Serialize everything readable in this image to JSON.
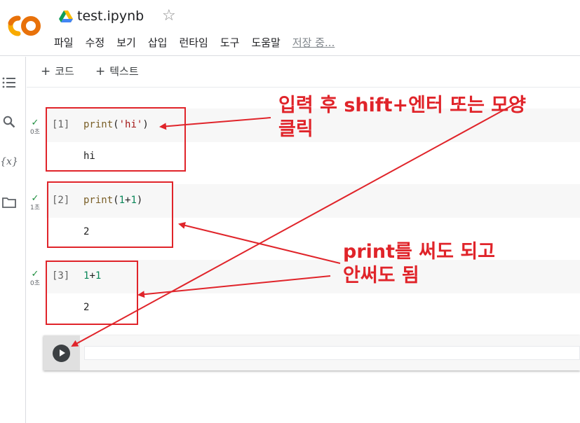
{
  "header": {
    "logo_text": "CO",
    "filename": "test.ipynb",
    "menu": [
      "파일",
      "수정",
      "보기",
      "삽입",
      "런타임",
      "도구",
      "도움말"
    ],
    "save_status": "저장 중..."
  },
  "toolbar": {
    "add_code_label": "코드",
    "add_text_label": "텍스트"
  },
  "sidebar": {
    "icons": [
      "toc-icon",
      "search-icon",
      "variables-icon",
      "files-icon"
    ],
    "variables_text": "{x}"
  },
  "cells": [
    {
      "exec_count": "[1]",
      "status_time": "0초",
      "code_tokens": [
        [
          "print",
          "func"
        ],
        [
          "(",
          "p"
        ],
        [
          "'hi'",
          "str"
        ],
        [
          ")",
          "p"
        ]
      ],
      "output": "hi"
    },
    {
      "exec_count": "[2]",
      "status_time": "1초",
      "code_tokens": [
        [
          "print",
          "func"
        ],
        [
          "(",
          "p"
        ],
        [
          "1",
          "num"
        ],
        [
          "+",
          "p"
        ],
        [
          "1",
          "num"
        ],
        [
          ")",
          "p"
        ]
      ],
      "output": "2"
    },
    {
      "exec_count": "[3]",
      "status_time": "0초",
      "code_tokens": [
        [
          "1",
          "num"
        ],
        [
          "+",
          "p"
        ],
        [
          "1",
          "num"
        ]
      ],
      "output": "2"
    }
  ],
  "annotations": {
    "note1_line1": "입력 후 shift+엔터 또는  모양",
    "note1_line2": "클릭",
    "note2_line1": "print를 써도 되고",
    "note2_line2": "안써도 됨"
  },
  "colors": {
    "annotation_red": "#e0242a",
    "logo_orange": "#f9ab00",
    "logo_dark_orange": "#e8710a",
    "success_green": "#1e8e3e"
  }
}
